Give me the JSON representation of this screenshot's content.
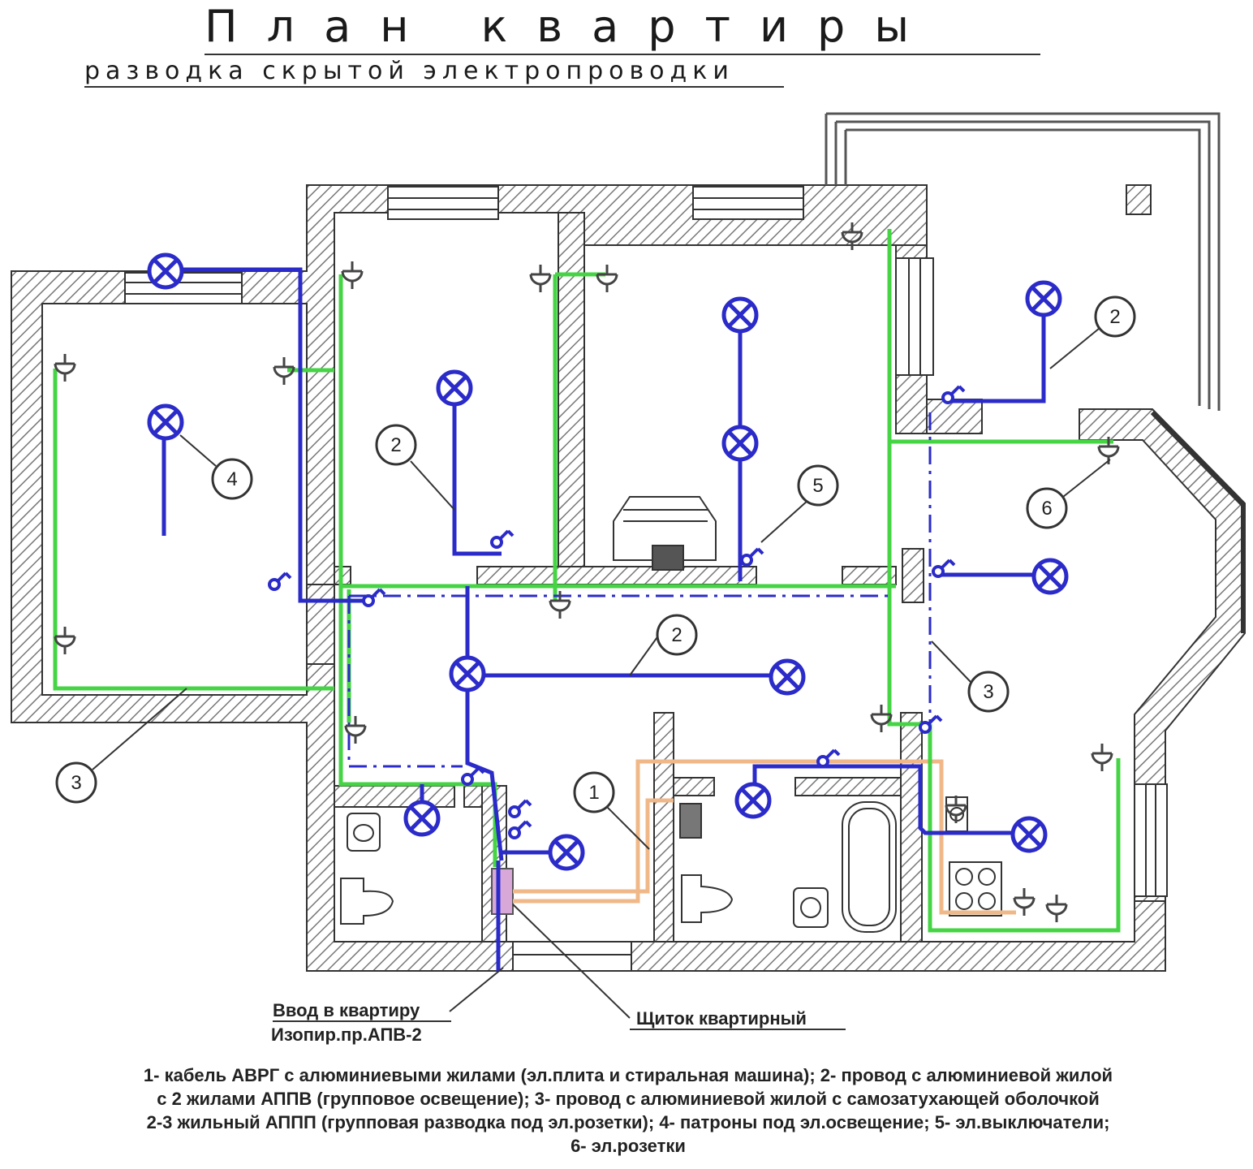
{
  "header": {
    "title": "План квартиры",
    "subtitle": "разводка скрытой электропроводки"
  },
  "callouts": {
    "entry_title": "Ввод в квартиру",
    "entry_wire": "Изопир.пр.АПВ-2",
    "panel": "Щиток квартирный"
  },
  "markers": {
    "m1": "1",
    "m2a": "2",
    "m2b": "2",
    "m2c": "2",
    "m3a": "3",
    "m3b": "3",
    "m4": "4",
    "m5": "5",
    "m6": "6"
  },
  "legend": {
    "line1": "1- кабель АВРГ с алюминиевыми жилами (эл.плита и стиральная машина);  2- провод с алюминиевой жилой",
    "line2": "с 2 жилами АППВ (групповое освещение);  3- провод с алюминиевой жилой с самозатухающей оболочкой",
    "line3": "2-3 жильный АППП (групповая разводка под эл.розетки); 4- патроны под эл.освещение;  5- эл.выключатели;",
    "line4": "6- эл.розетки"
  },
  "colors": {
    "lighting_wire": "#2b2bc9",
    "socket_wire": "#44d444",
    "power_cable": "#f0b888",
    "wall_hatch": "#777777"
  }
}
